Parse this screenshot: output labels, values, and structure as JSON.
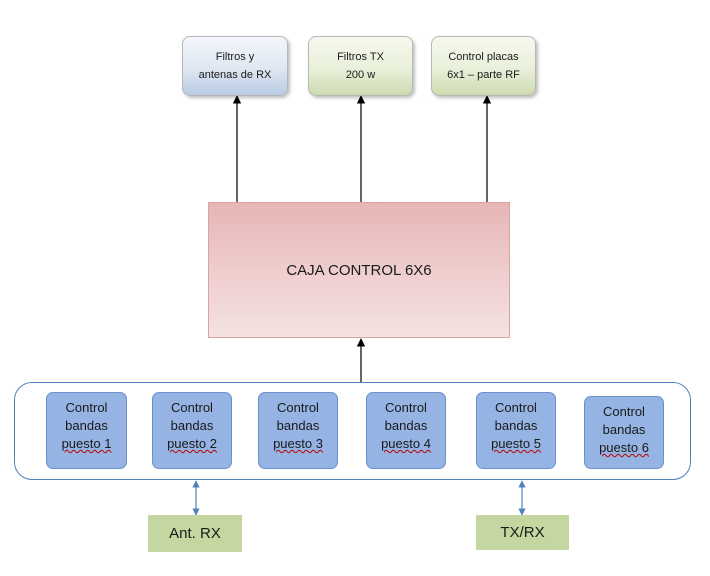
{
  "top_boxes": [
    {
      "text": "Filtros y\nantenas de RX"
    },
    {
      "text": "Filtros TX\n200 w"
    },
    {
      "text": "Control placas\n6x1 – parte RF"
    }
  ],
  "control_box": {
    "label": "CAJA CONTROL 6X6"
  },
  "puestos": [
    {
      "line1": "Control",
      "line2": "bandas",
      "line3": "puesto 1"
    },
    {
      "line1": "Control",
      "line2": "bandas",
      "line3": "puesto 2"
    },
    {
      "line1": "Control",
      "line2": "bandas",
      "line3": "puesto 3"
    },
    {
      "line1": "Control",
      "line2": "bandas",
      "line3": "puesto 4"
    },
    {
      "line1": "Control",
      "line2": "bandas",
      "line3": "puesto 5"
    },
    {
      "line1": "Control",
      "line2": "bandas",
      "line3": "puesto 6"
    }
  ],
  "bottom_boxes": {
    "ant_rx": "Ant. RX",
    "txrx": "TX/RX"
  },
  "colors": {
    "rx_box": "#b9cbe3",
    "tx_box": "#cddbb0",
    "caja": "#e7b5b5",
    "puesto": "#95b3e3",
    "group_border": "#4f81bd",
    "bottom_box": "#c4d7a0",
    "arrow": "#000000",
    "double_arrow": "#4f81bd"
  }
}
